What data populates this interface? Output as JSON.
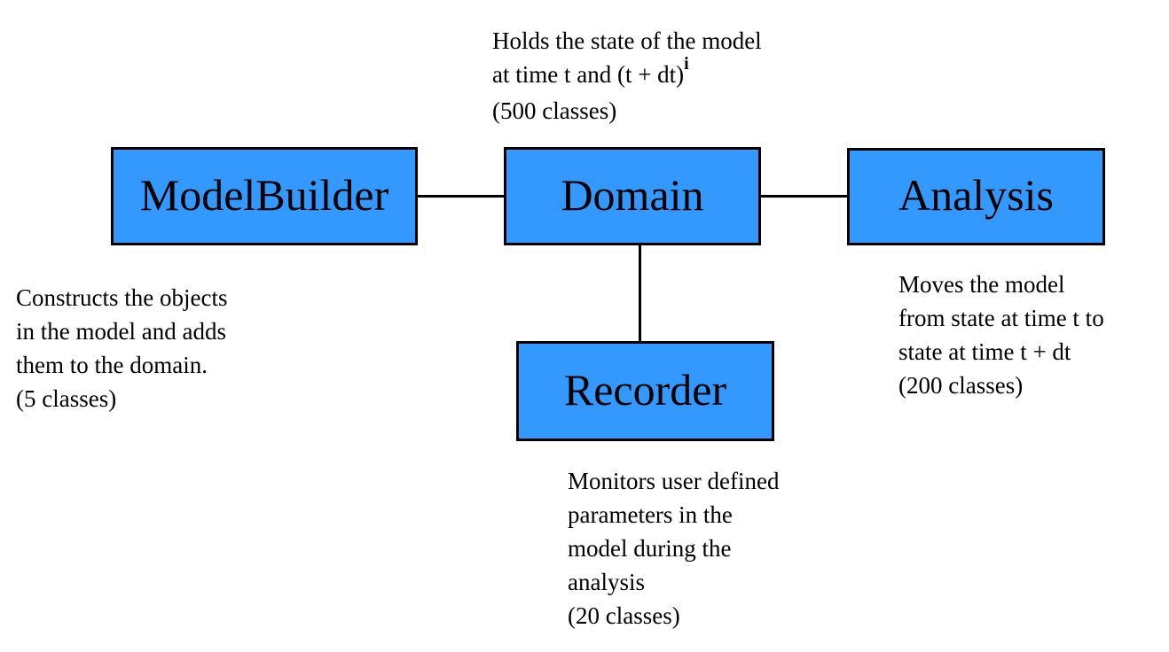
{
  "diagram": {
    "colors": {
      "box_fill": "#3399ff",
      "box_border": "#000000",
      "text": "#000000",
      "background": "#ffffff"
    },
    "nodes": {
      "modelbuilder": {
        "label": "ModelBuilder"
      },
      "domain": {
        "label": "Domain"
      },
      "analysis": {
        "label": "Analysis"
      },
      "recorder": {
        "label": "Recorder"
      }
    },
    "annotations": {
      "holds": {
        "line1": "Holds the state of the model",
        "line2": "at time t and (t + dt)",
        "line2_sup": "i",
        "line3": "(500 classes)"
      },
      "constructs": {
        "line1": "Constructs the objects",
        "line2": "in the model and adds",
        "line3": "them to the domain.",
        "line4": "(5 classes)"
      },
      "moves": {
        "line1": "Moves the model",
        "line2": "from state at time t to",
        "line3": "state at time t + dt",
        "line4": "(200 classes)"
      },
      "monitors": {
        "line1": "Monitors user defined",
        "line2": "parameters in the",
        "line3": "model during the",
        "line4": "analysis",
        "line5": "(20 classes)"
      }
    }
  }
}
